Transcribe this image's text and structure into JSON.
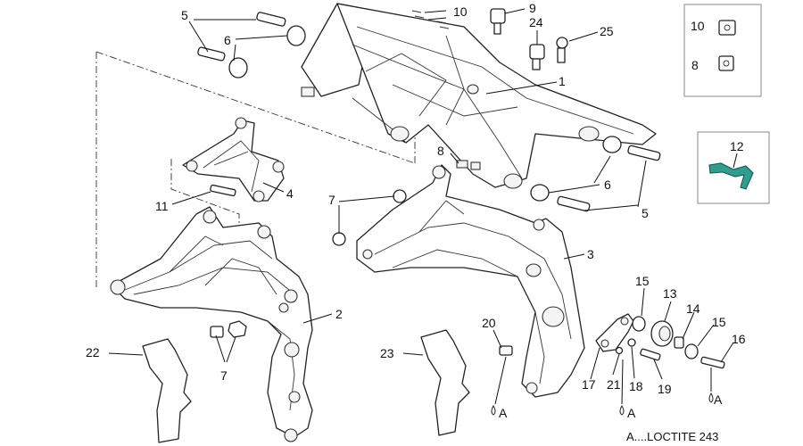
{
  "callouts": {
    "c1": "1",
    "c2": "2",
    "c3": "3",
    "c4": "4",
    "c5a": "5",
    "c5b": "5",
    "c6a": "6",
    "c6b": "6",
    "c7a": "7",
    "c7b": "7",
    "c8": "8",
    "c9": "9",
    "c10": "10",
    "c11": "11",
    "c12": "12",
    "c13": "13",
    "c14": "14",
    "c15a": "15",
    "c15b": "15",
    "c16": "16",
    "c17": "17",
    "c18": "18",
    "c19": "19",
    "c20": "20",
    "c21": "21",
    "c22": "22",
    "c23": "23",
    "c24": "24",
    "c25": "25"
  },
  "inset_box": {
    "label_10": "10",
    "label_8": "8"
  },
  "loctite_marker": "A",
  "legend": "A....LOCTITE 243"
}
